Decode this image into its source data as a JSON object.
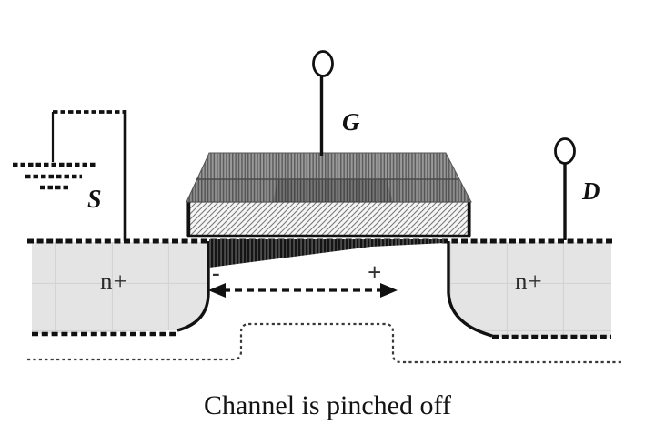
{
  "figure": {
    "caption": "Channel is pinched off",
    "terminals": {
      "source": "S",
      "gate": "G",
      "drain": "D"
    },
    "regions": {
      "source_diffusion": "n+",
      "drain_diffusion": "n+"
    },
    "channel": {
      "minus": "-",
      "plus": "+"
    },
    "colors": {
      "diffusion_fill": "#e4e4e4",
      "diffusion_grid": "#d3d3d3",
      "line": "#111111",
      "gate_stripe_dark": "#5d5d5d",
      "gate_stripe_light": "#9a9a9a",
      "oxide_hatch": "#7a7a7a",
      "channel_dark": "#161616",
      "depletion_dotted": "#3a3a3a"
    }
  }
}
